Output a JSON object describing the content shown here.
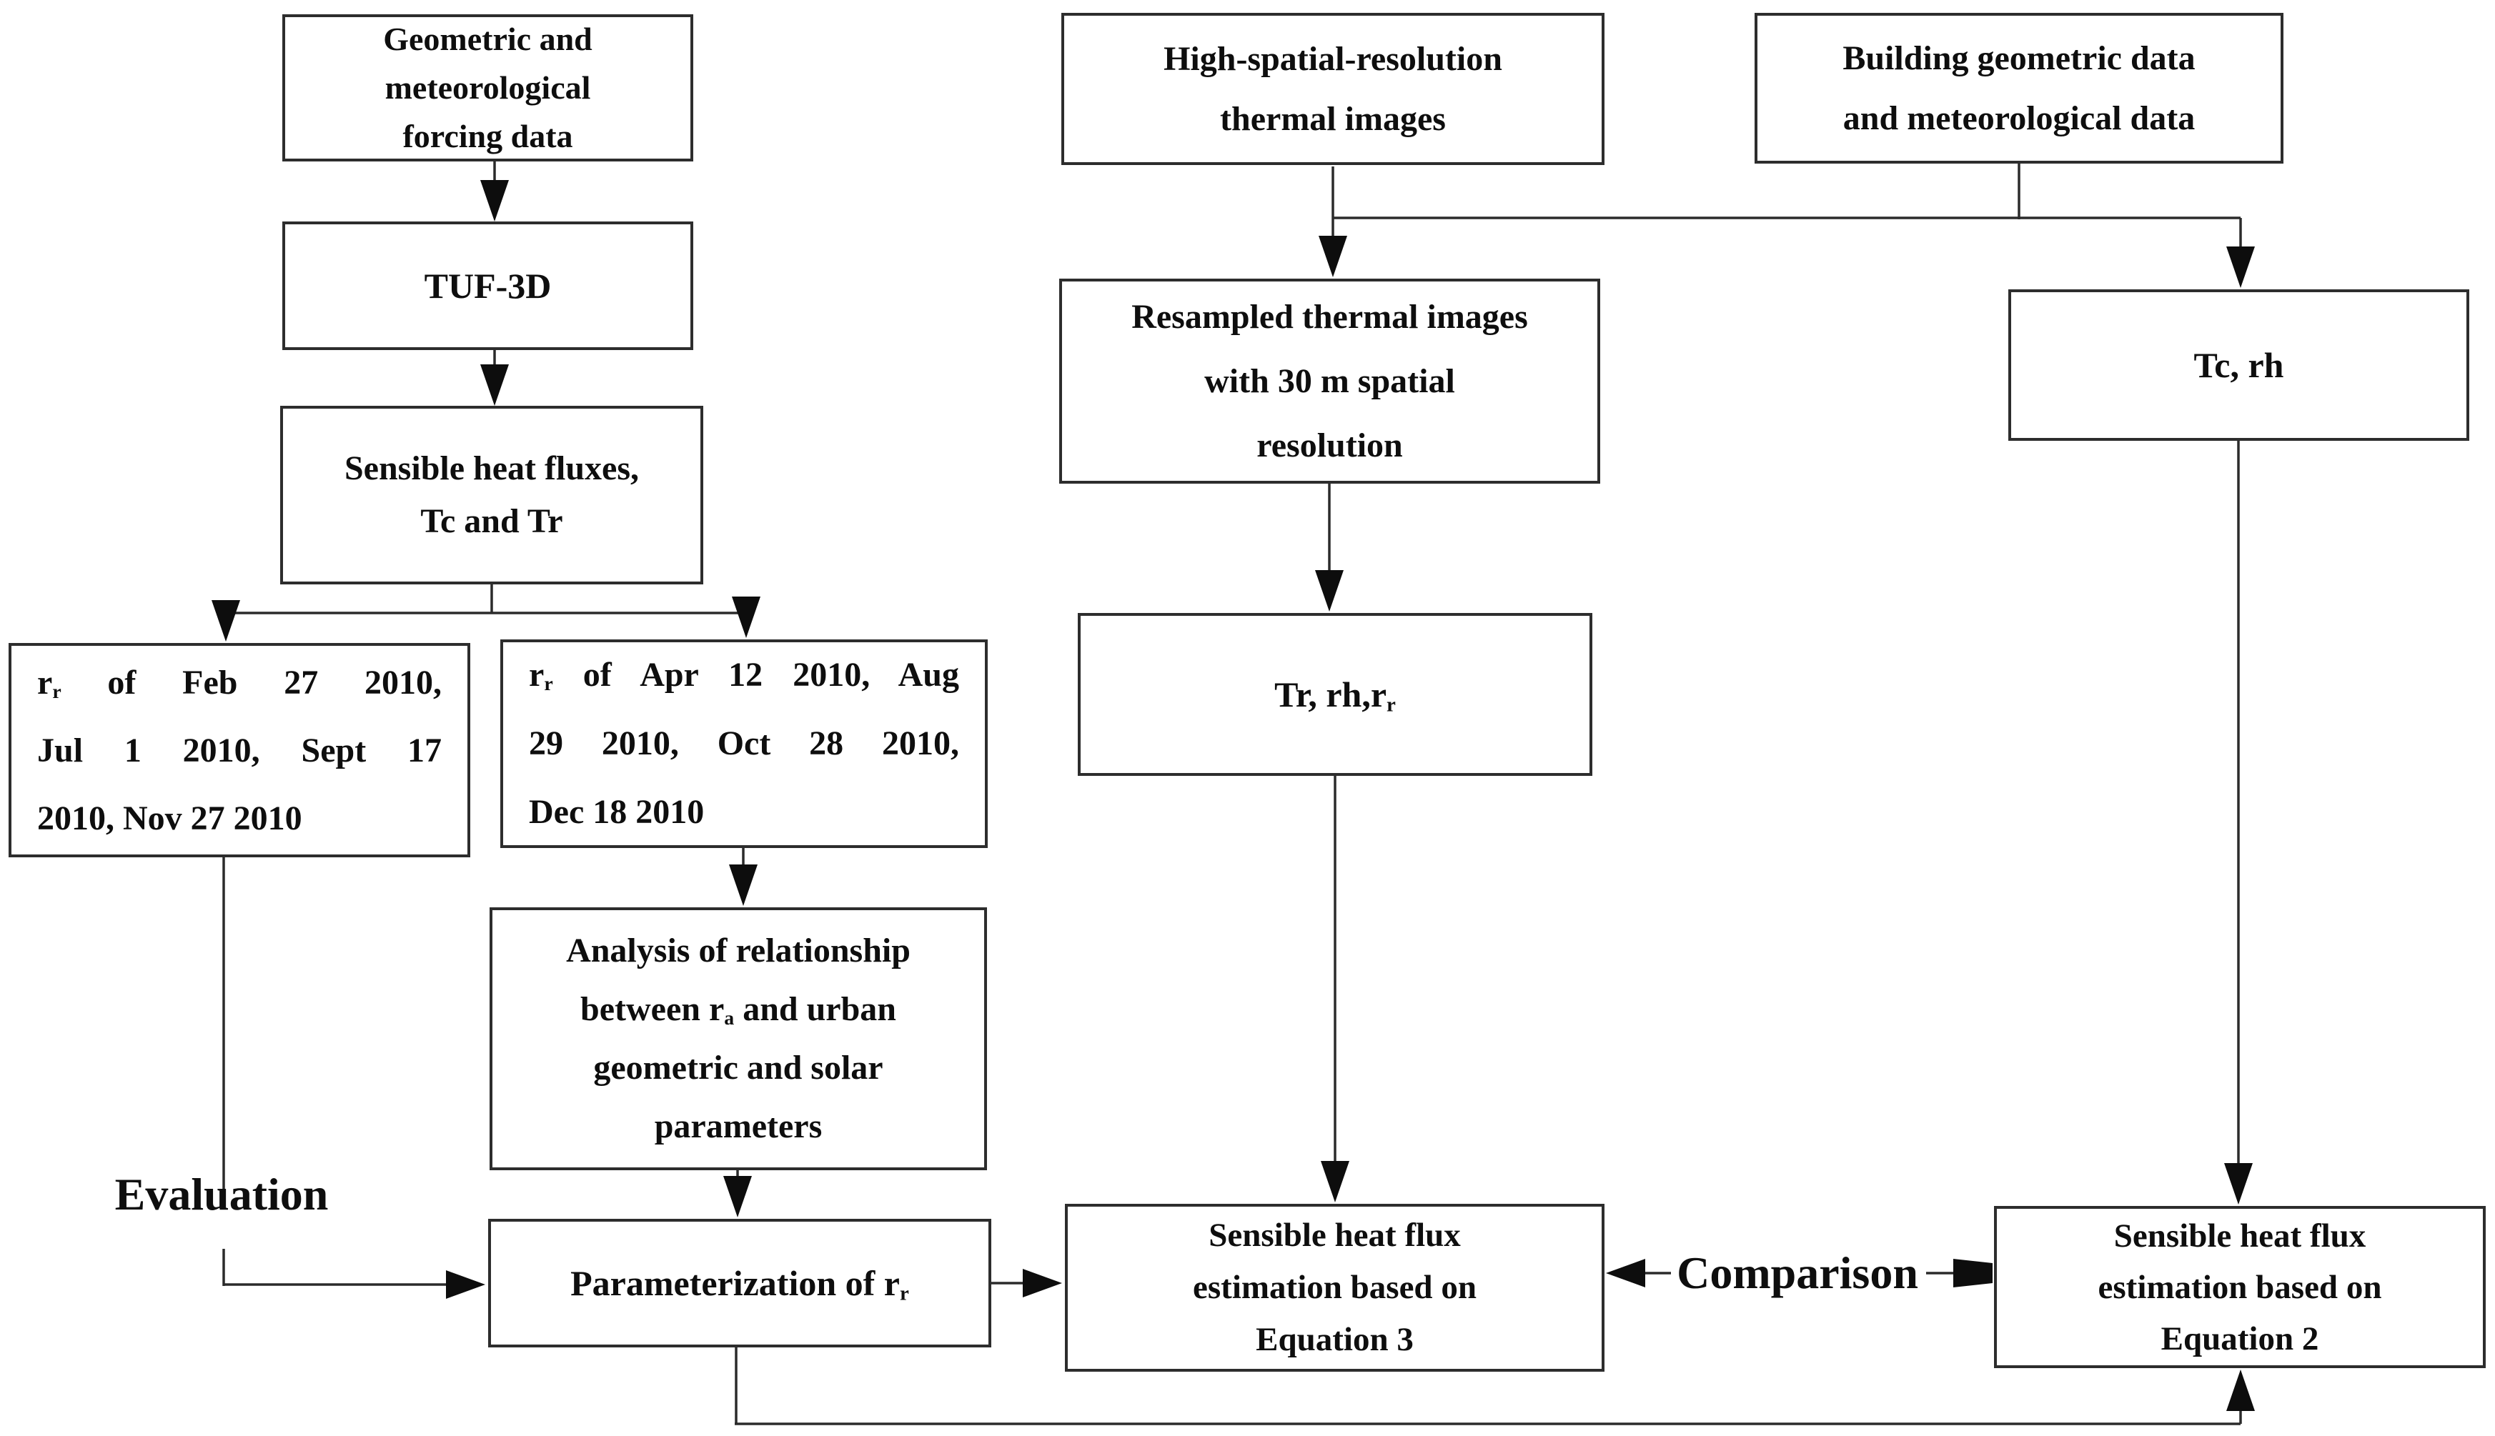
{
  "figure": {
    "type": "flowchart",
    "background_color": "#ffffff",
    "box_fill_color": "#ffffff",
    "box_border_color": "#2d2d2d",
    "line_color": "#2b2b2b",
    "arrowhead_color": "#0d0d0d",
    "text_color": "#0e0e0e"
  },
  "nodes": {
    "forcing": {
      "lines": [
        "Geometric and",
        "meteorological",
        "forcing data"
      ]
    },
    "tuf3d": {
      "lines": [
        "TUF-3D"
      ]
    },
    "fluxes": {
      "lines": [
        "Sensible heat fluxes,",
        "Tc and Tr"
      ]
    },
    "dates_eval": {
      "lines": [
        {
          "segs": [
            {
              "t": "r"
            },
            {
              "t": "r",
              "sub": true
            },
            {
              "t": " of Feb 27 2010,"
            }
          ],
          "justify": true
        },
        {
          "segs": [
            {
              "t": "Jul 1 2010, Sept 17"
            }
          ],
          "justify": true
        },
        {
          "segs": [
            {
              "t": "2010, Nov 27 2010"
            }
          ]
        }
      ]
    },
    "dates_param": {
      "lines": [
        {
          "segs": [
            {
              "t": "r"
            },
            {
              "t": "r",
              "sub": true
            },
            {
              "t": " of Apr 12 2010, Aug"
            }
          ],
          "justify": true
        },
        {
          "segs": [
            {
              "t": "29 2010, Oct 28 2010,"
            }
          ],
          "justify": true
        },
        {
          "segs": [
            {
              "t": "Dec 18 2010"
            }
          ]
        }
      ]
    },
    "analysis": {
      "lines": [
        "Analysis of relationship",
        {
          "segs": [
            {
              "t": "between r"
            },
            {
              "t": "a",
              "sub": true
            },
            {
              "t": " and urban"
            }
          ]
        },
        "geometric and solar",
        "parameters"
      ]
    },
    "parameterization": {
      "lines": [
        {
          "segs": [
            {
              "t": "Parameterization of r"
            },
            {
              "t": "r",
              "sub": true
            }
          ]
        }
      ]
    },
    "thermal_images": {
      "lines": [
        "High-spatial-resolution",
        "thermal images"
      ]
    },
    "resampled": {
      "lines": [
        "Resampled thermal images",
        "with 30 m spatial",
        "resolution"
      ]
    },
    "tr_rh_rr": {
      "lines": [
        {
          "segs": [
            {
              "t": "Tr, rh,r"
            },
            {
              "t": "r",
              "sub": true
            }
          ]
        }
      ]
    },
    "eq3": {
      "lines": [
        "Sensible heat flux",
        "estimation based on",
        "Equation 3"
      ]
    },
    "building": {
      "lines": [
        "Building geometric data",
        "and meteorological data"
      ]
    },
    "tc_rh": {
      "lines": [
        "Tc, rh"
      ]
    },
    "eq2": {
      "lines": [
        "Sensible heat flux",
        "estimation based on",
        "Equation 2"
      ]
    }
  },
  "labels": {
    "evaluation": "Evaluation",
    "comparison": "Comparison"
  }
}
